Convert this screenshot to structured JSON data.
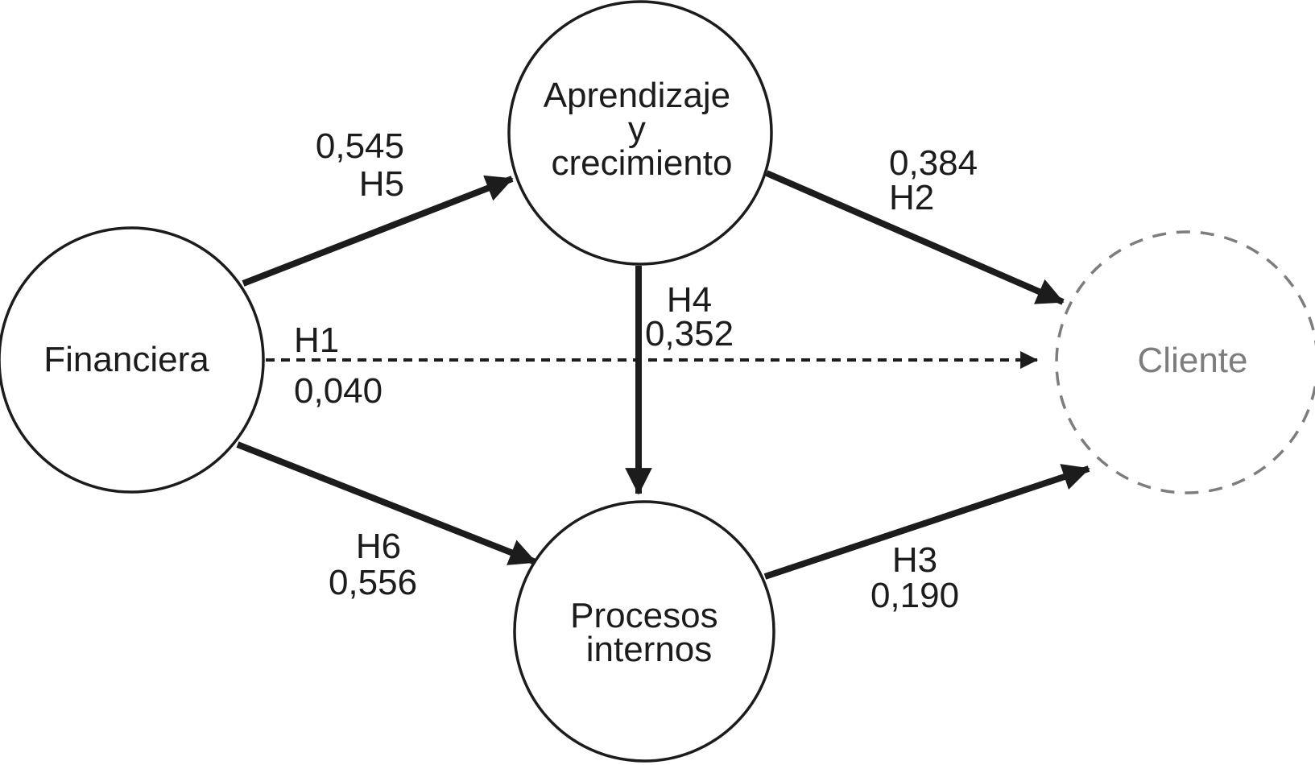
{
  "diagram": {
    "type": "path-model",
    "colors": {
      "ink": "#1c1c1c",
      "muted_gray": "#7d7d7d",
      "background": "#ffffff"
    },
    "nodes": {
      "financiera": {
        "label": "Financiera",
        "shape": "circle",
        "border": "solid"
      },
      "aprendizaje_y_crecimiento": {
        "label": "Aprendizaje y crecimiento",
        "lines": [
          "Aprendizaje",
          "y",
          "crecimiento"
        ],
        "shape": "circle",
        "border": "solid"
      },
      "procesos_internos": {
        "label": "Procesos internos",
        "lines": [
          "Procesos",
          "internos"
        ],
        "shape": "circle",
        "border": "solid"
      },
      "cliente": {
        "label": "Cliente",
        "shape": "circle",
        "border": "dashed"
      }
    },
    "edges": {
      "h5": {
        "hypothesis": "H5",
        "coefficient": "0,545",
        "from": "financiera",
        "to": "aprendizaje_y_crecimiento",
        "style": "solid"
      },
      "h2": {
        "hypothesis": "H2",
        "coefficient": "0,384",
        "from": "aprendizaje_y_crecimiento",
        "to": "cliente",
        "style": "solid"
      },
      "h1": {
        "hypothesis": "H1",
        "coefficient": "0,040",
        "from": "financiera",
        "to": "cliente",
        "style": "dotted"
      },
      "h4": {
        "hypothesis": "H4",
        "coefficient": "0,352",
        "from": "aprendizaje_y_crecimiento",
        "to": "procesos_internos",
        "style": "solid"
      },
      "h6": {
        "hypothesis": "H6",
        "coefficient": "0,556",
        "from": "financiera",
        "to": "procesos_internos",
        "style": "solid"
      },
      "h3": {
        "hypothesis": "H3",
        "coefficient": "0,190",
        "from": "procesos_internos",
        "to": "cliente",
        "style": "solid"
      }
    }
  }
}
